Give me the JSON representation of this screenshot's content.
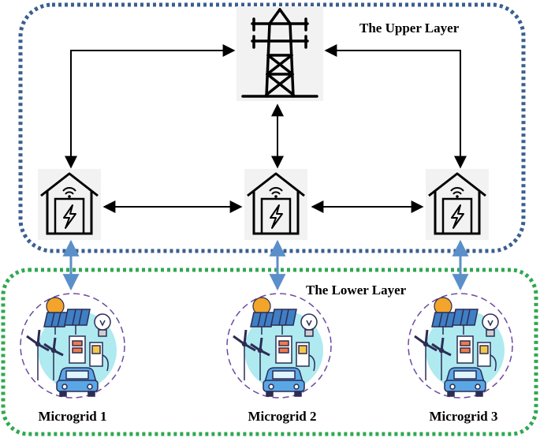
{
  "layers": {
    "upper_label": "The Upper Layer",
    "lower_label": "The Lower Layer"
  },
  "microgrids": [
    {
      "label": "Microgrid 1"
    },
    {
      "label": "Microgrid 2"
    },
    {
      "label": "Microgrid 3"
    }
  ],
  "icons": {
    "grid": "transmission-tower-icon",
    "station": "smart-house-lightning-icon",
    "microgrid": "microgrid-solar-wind-ev-icon"
  },
  "colors": {
    "upper_border": "#3a5f8f",
    "lower_border": "#2fa84f",
    "link_arrow": "#5b8fc9",
    "circle_fill": "#aeeaf0",
    "solar_panel": "#3f7fc4",
    "sun": "#f2a52a",
    "car": "#5aa7e6",
    "dash_circle": "#6b4a9e"
  }
}
